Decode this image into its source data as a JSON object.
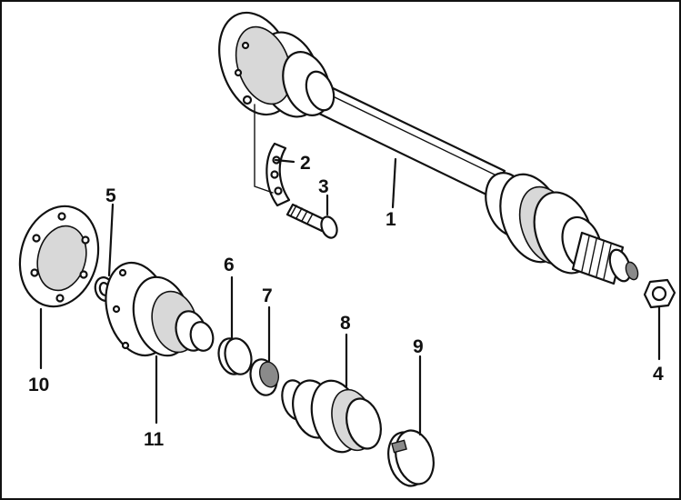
{
  "callouts": [
    {
      "id": "1",
      "text": "1"
    },
    {
      "id": "2",
      "text": "2"
    },
    {
      "id": "3",
      "text": "3"
    },
    {
      "id": "4",
      "text": "4"
    },
    {
      "id": "5",
      "text": "5"
    },
    {
      "id": "6",
      "text": "6"
    },
    {
      "id": "7",
      "text": "7"
    },
    {
      "id": "8",
      "text": "8"
    },
    {
      "id": "9",
      "text": "9"
    },
    {
      "id": "10",
      "text": "10"
    },
    {
      "id": "11",
      "text": "11"
    }
  ]
}
